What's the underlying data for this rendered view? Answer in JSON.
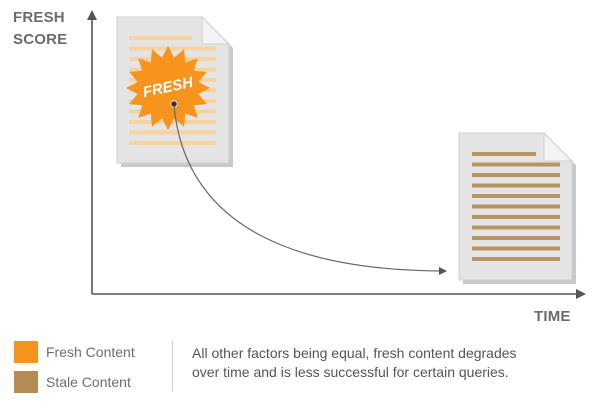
{
  "axes": {
    "y_title_line1": "FRESH",
    "y_title_line2": "SCORE",
    "x_title": "TIME"
  },
  "stamp": {
    "text": "FRESH"
  },
  "legend": [
    {
      "label": "Fresh Content",
      "color": "#F7941D"
    },
    {
      "label": "Stale Content",
      "color": "#B48A55"
    }
  ],
  "caption": {
    "line1": "All other factors being equal, fresh content degrades",
    "line2": "over time and is less successful for certain queries."
  },
  "colors": {
    "axis": "#555555",
    "fresh_line": "#FAD29E",
    "stale_line": "#B89464",
    "document_fill": "#E4E4E4",
    "stamp": "#F7941D",
    "curve": "#666666"
  }
}
